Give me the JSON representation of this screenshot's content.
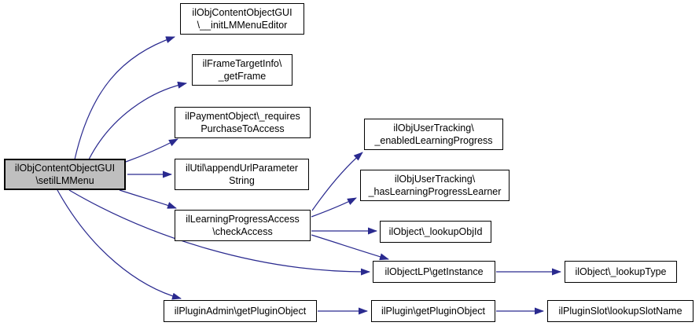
{
  "diagram": {
    "type": "call-graph",
    "colors": {
      "edge": "#2a2a8f",
      "node_border": "#000000",
      "node_background": "#ffffff",
      "selected_node_background": "#bfbfbf"
    },
    "nodes": {
      "setilLMMenu": {
        "line1": "ilObjContentObjectGUI",
        "line2": "\\setilLMMenu"
      },
      "initLMMenuEditor": {
        "line1": "ilObjContentObjectGUI",
        "line2": "\\__initLMMenuEditor"
      },
      "getFrame": {
        "line1": "ilFrameTargetInfo\\",
        "line2": "_getFrame"
      },
      "requiresPurchase": {
        "line1": "ilPaymentObject\\_requires",
        "line2": "PurchaseToAccess"
      },
      "appendUrlParameter": {
        "line1": "ilUtil\\appendUrlParameter",
        "line2": "String"
      },
      "checkAccess": {
        "line1": "ilLearningProgressAccess",
        "line2": "\\checkAccess"
      },
      "enabledLearningProgress": {
        "line1": "ilObjUserTracking\\",
        "line2": "_enabledLearningProgress"
      },
      "hasLearningProgressLearner": {
        "line1": "ilObjUserTracking\\",
        "line2": "_hasLearningProgressLearner"
      },
      "lookupObjId": {
        "label": "ilObject\\_lookupObjId"
      },
      "getInstance": {
        "label": "ilObjectLP\\getInstance"
      },
      "lookupType": {
        "label": "ilObject\\_lookupType"
      },
      "pluginAdminGetPluginObject": {
        "label": "ilPluginAdmin\\getPluginObject"
      },
      "pluginGetPluginObject": {
        "label": "ilPlugin\\getPluginObject"
      },
      "lookupSlotName": {
        "label": "ilPluginSlot\\lookupSlotName"
      }
    },
    "edges": [
      {
        "from": "setilLMMenu",
        "to": "initLMMenuEditor"
      },
      {
        "from": "setilLMMenu",
        "to": "getFrame"
      },
      {
        "from": "setilLMMenu",
        "to": "requiresPurchase"
      },
      {
        "from": "setilLMMenu",
        "to": "appendUrlParameter"
      },
      {
        "from": "setilLMMenu",
        "to": "checkAccess"
      },
      {
        "from": "setilLMMenu",
        "to": "getInstance"
      },
      {
        "from": "setilLMMenu",
        "to": "pluginAdminGetPluginObject"
      },
      {
        "from": "checkAccess",
        "to": "enabledLearningProgress"
      },
      {
        "from": "checkAccess",
        "to": "hasLearningProgressLearner"
      },
      {
        "from": "checkAccess",
        "to": "lookupObjId"
      },
      {
        "from": "checkAccess",
        "to": "getInstance"
      },
      {
        "from": "getInstance",
        "to": "lookupType"
      },
      {
        "from": "pluginAdminGetPluginObject",
        "to": "pluginGetPluginObject"
      },
      {
        "from": "pluginGetPluginObject",
        "to": "lookupSlotName"
      }
    ]
  }
}
